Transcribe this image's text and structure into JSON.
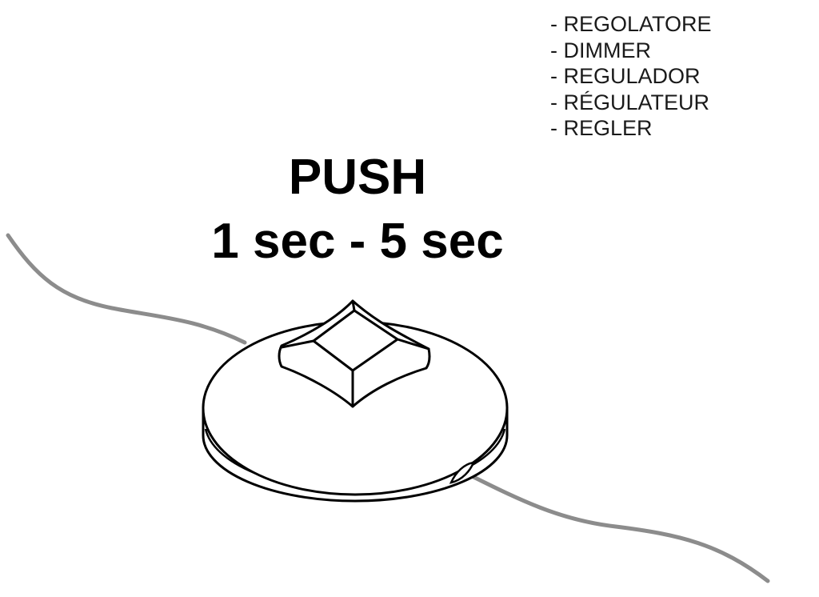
{
  "labels": [
    "- REGOLATORE",
    "- DIMMER",
    "- REGULADOR",
    "- RÉGULATEUR",
    "- REGLER"
  ],
  "instruction": {
    "action": "PUSH",
    "duration": "1 sec - 5 sec"
  }
}
